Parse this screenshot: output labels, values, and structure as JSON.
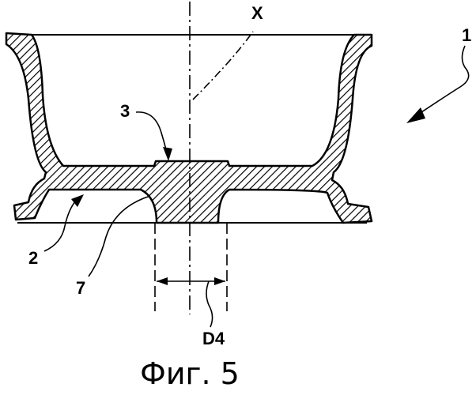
{
  "labels": {
    "axis": "X",
    "assembly": "1",
    "part_2": "2",
    "part_3": "3",
    "part_7": "7",
    "dimension": "D4"
  },
  "caption": "Фиг. 5"
}
